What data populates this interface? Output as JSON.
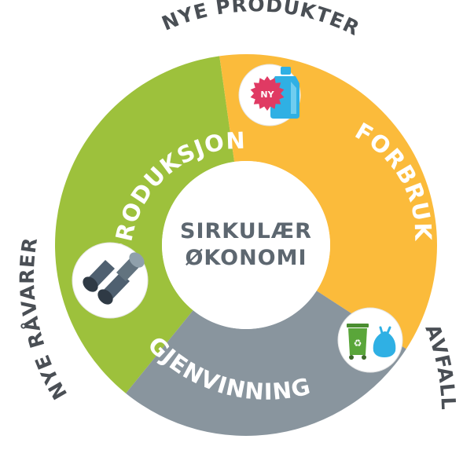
{
  "center": {
    "line1": "SIRKULÆR",
    "line2": "ØKONOMI"
  },
  "segments": [
    {
      "label": "PRODUKSJON",
      "color": "#9dc13c"
    },
    {
      "label": "FORBRUK",
      "color": "#fbbb3b"
    },
    {
      "label": "GJENVINNING",
      "color": "#89959e"
    }
  ],
  "outer_labels": {
    "top": "NYE PRODUKTER",
    "left": "NYE RÅVARER",
    "right": "AVFALL"
  },
  "icons": {
    "new_product": {
      "icon": "bottle-icon",
      "badge": "NY",
      "badge_color": "#e03a63",
      "bottle_color": "#2fb0e4"
    },
    "raw_materials": {
      "icon": "pipes-icon",
      "color": "#4f6070"
    },
    "waste": {
      "icon": "bin-and-bag-icon",
      "bin_color": "#5aa63a",
      "bag_color": "#2fb0e4"
    }
  }
}
